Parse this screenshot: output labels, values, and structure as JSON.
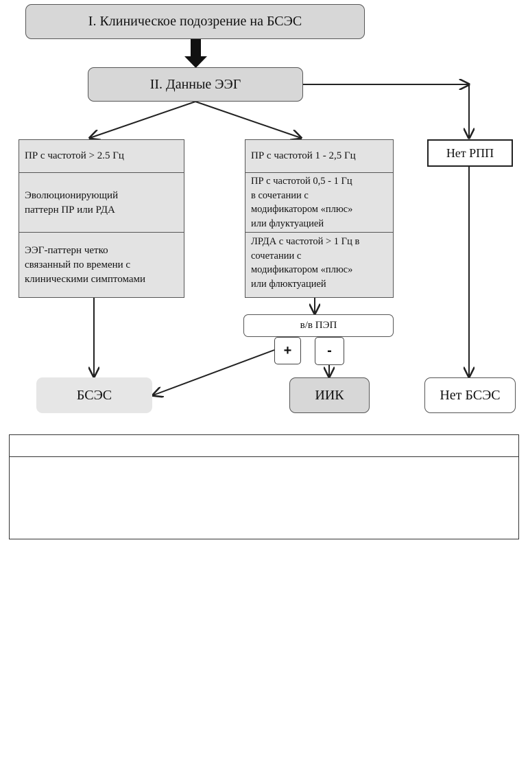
{
  "nodes": {
    "suspicion": "I. Клиническое подозрение на БСЭС",
    "eeg": "II. Данные ЭЭГ",
    "no_rpp": "Нет РПП",
    "iv_aed": "в/в ПЭП",
    "bses": "БСЭС",
    "iik": "ИИК",
    "no_bses": "Нет БСЭС"
  },
  "left_column": [
    "ПР с частотой > 2.5 Гц",
    "Эволюционирующий\nпаттерн ПР или РДА",
    "ЭЭГ-паттерн четко\nсвязанный по времени с\nклиническими симптомами"
  ],
  "middle_column": [
    "ПР с частотой  1 - 2,5 Гц",
    "ПР с частотой 0,5 - 1 Гц\nв сочетании с\nмодификатором «плюс»\nили флуктуацией",
    "ЛРДА с частотой > 1 Гц  в\nсочетании с\nмодификатором «плюс»\nили флюктуацией"
  ],
  "signs": {
    "positive": "+",
    "negative": "-"
  },
  "colors": {
    "gray_box": "#d7d7d7",
    "light_box": "#e6e6e6",
    "column_fill": "#e3e3e3",
    "line": "#222222"
  }
}
